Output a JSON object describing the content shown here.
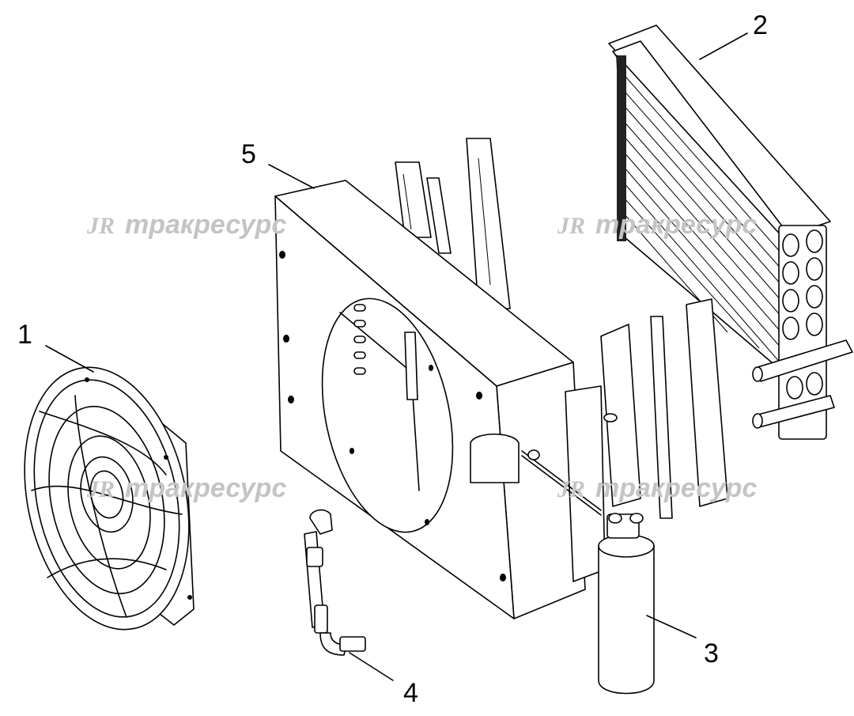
{
  "callouts": {
    "fan": "1",
    "condenser": "2",
    "receiver_drier": "3",
    "hose": "4",
    "shroud": "5"
  },
  "watermark": {
    "logo": "JR",
    "text": "тракресурс"
  }
}
